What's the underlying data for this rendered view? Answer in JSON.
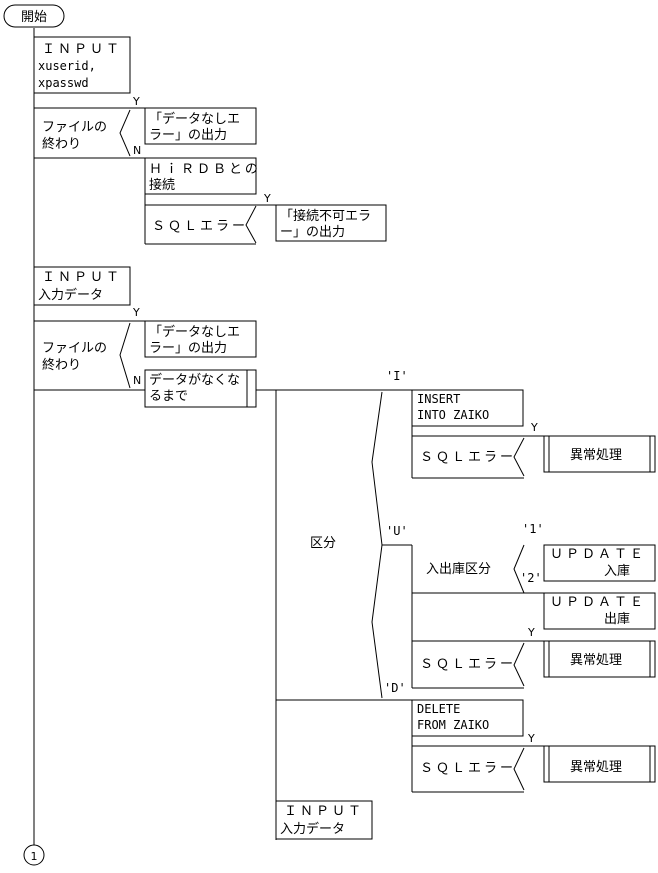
{
  "start": {
    "label": "開始"
  },
  "connector": {
    "label": "1"
  },
  "input1": {
    "line1": "ＩＮＰＵＴ",
    "line2": "xuserid,",
    "line3": "xpasswd"
  },
  "cond1": {
    "line1": "ファイルの",
    "line2": "終わり",
    "yes": "Y",
    "no": "N"
  },
  "nodata1": {
    "line1": "「データなしエ",
    "line2": "ラー」の出力"
  },
  "connect": {
    "line1": "ＨｉＲＤＢとの",
    "line2": "接続"
  },
  "sqlerr1": {
    "label": "ＳＱＬエラー",
    "yes": "Y"
  },
  "connerr": {
    "line1": "「接続不可エラ",
    "line2": "ー」の出力"
  },
  "input2": {
    "line1": "ＩＮＰＵＴ",
    "line2": "入力データ"
  },
  "cond2": {
    "line1": "ファイルの",
    "line2": "終わり",
    "yes": "Y",
    "no": "N"
  },
  "nodata2": {
    "line1": "「データなしエ",
    "line2": "ラー」の出力"
  },
  "loop": {
    "line1": "データがなくな",
    "line2": "るまで"
  },
  "kubun": {
    "label": "区分",
    "case_i": "'I'",
    "case_u": "'U'",
    "case_d": "'D'"
  },
  "insert": {
    "line1": "INSERT",
    "line2": "INTO ZAIKO"
  },
  "sqlerr_i": {
    "label": "ＳＱＬエラー",
    "yes": "Y"
  },
  "abnormal_i": {
    "label": "異常処理"
  },
  "nyushukko": {
    "label": "入出庫区分",
    "case1": "'1'",
    "case2": "'2'"
  },
  "update1": {
    "line1": "ＵＰＤＡＴＥ",
    "line2": "入庫"
  },
  "update2": {
    "line1": "ＵＰＤＡＴＥ",
    "line2": "出庫"
  },
  "sqlerr_u": {
    "label": "ＳＱＬエラー",
    "yes": "Y"
  },
  "abnormal_u": {
    "label": "異常処理"
  },
  "delete": {
    "line1": "DELETE",
    "line2": "FROM ZAIKO"
  },
  "sqlerr_d": {
    "label": "ＳＱＬエラー",
    "yes": "Y"
  },
  "abnormal_d": {
    "label": "異常処理"
  },
  "input3": {
    "line1": "ＩＮＰＵＴ",
    "line2": "入力データ"
  }
}
